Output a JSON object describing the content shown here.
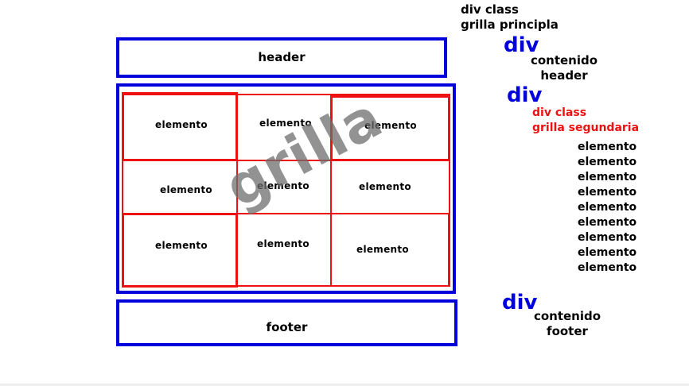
{
  "diagram": {
    "header_label": "header",
    "footer_label": "footer",
    "watermark": "grilla",
    "cells": [
      "elemento",
      "elemento",
      "elemento",
      "elemento",
      "elemento",
      "elemento",
      "elemento",
      "elemento",
      "elemento"
    ]
  },
  "annotations": {
    "main_grid_class": [
      "div class",
      "grilla principla"
    ],
    "div_word": "div",
    "header_content": [
      "contenido",
      "header"
    ],
    "secondary_grid_class": [
      "div class",
      "grilla segundaria"
    ],
    "element_list": [
      "elemento",
      "elemento",
      "elemento",
      "elemento",
      "elemento",
      "elemento",
      "elemento",
      "elemento",
      "elemento"
    ],
    "footer_content": [
      "contenido",
      "footer"
    ]
  },
  "colors": {
    "blue": "#0000dd",
    "red": "#ee1111",
    "watermark": "#6e6e6e"
  }
}
